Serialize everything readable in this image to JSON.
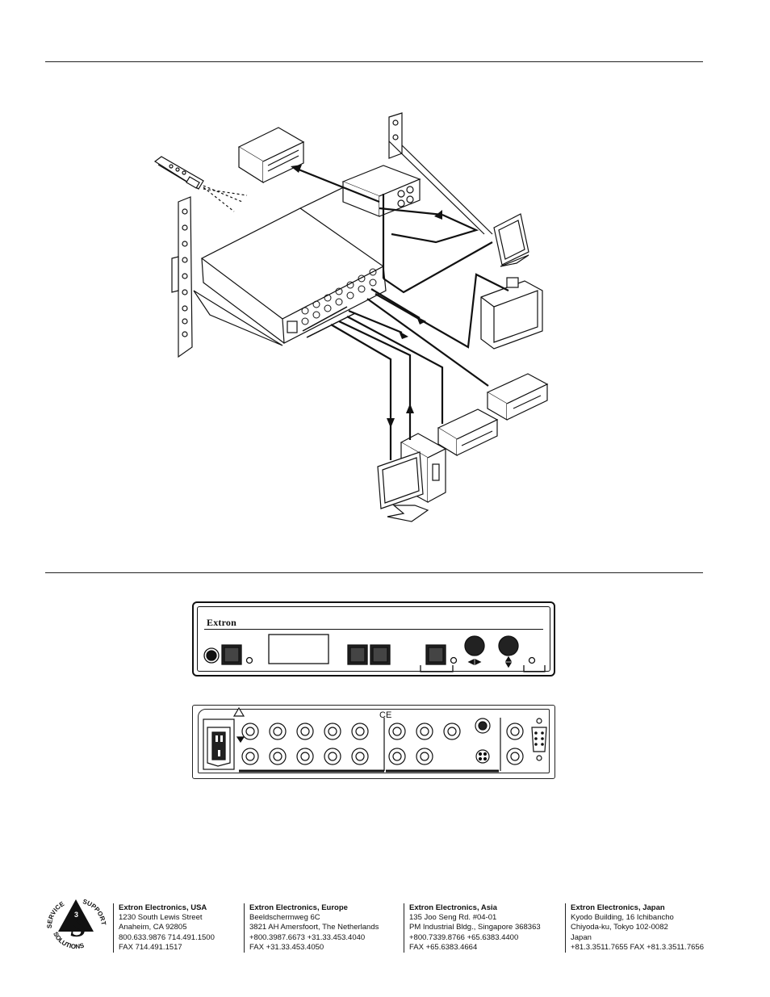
{
  "front_panel": {
    "brand": "Extron"
  },
  "logo": {
    "text_top": "SERVICE",
    "text_right": "SUPPORT",
    "text_bottom": "SOLUTIONS",
    "letter": "S",
    "number": "3"
  },
  "contacts": [
    {
      "name": "Extron Electronics, USA",
      "lines": [
        "1230 South Lewis Street",
        "Anaheim, CA  92805",
        "800.633.9876  714.491.1500",
        "FAX  714.491.1517"
      ]
    },
    {
      "name": "Extron Electronics, Europe",
      "lines": [
        "Beeldschermweg 6C",
        "3821 AH Amersfoort, The Netherlands",
        "+800.3987.6673  +31.33.453.4040",
        "FAX +31.33.453.4050"
      ]
    },
    {
      "name": "Extron Electronics, Asia",
      "lines": [
        "135 Joo Seng Rd. #04-01",
        "PM Industrial Bldg., Singapore  368363",
        "+800.7339.8766  +65.6383.4400",
        "FAX  +65.6383.4664"
      ]
    },
    {
      "name": "Extron Electronics, Japan",
      "lines": [
        "Kyodo Building, 16 Ichibancho",
        "Chiyoda-ku, Tokyo 102-0082",
        "Japan",
        "+81.3.3511.7655  FAX  +81.3.3511.7656"
      ]
    }
  ]
}
